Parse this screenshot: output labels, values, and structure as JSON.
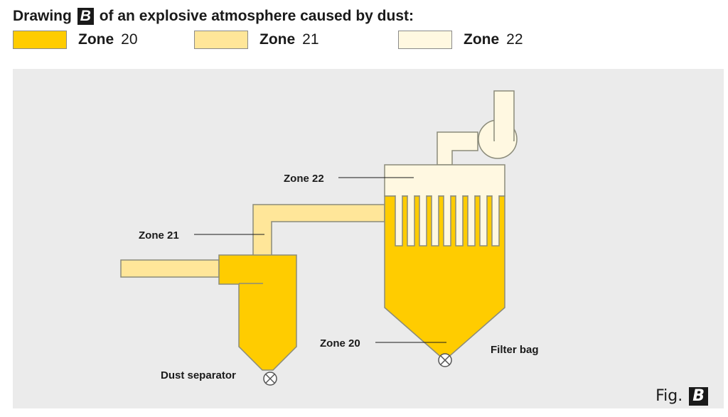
{
  "heading": {
    "prefix": "Drawing",
    "badge": "B",
    "suffix": "of an explosive atmosphere caused by dust:"
  },
  "legend": [
    {
      "zone_word": "Zone",
      "zone_number": "20",
      "color": "#ffcc00"
    },
    {
      "zone_word": "Zone",
      "zone_number": "21",
      "color": "#ffe699"
    },
    {
      "zone_word": "Zone",
      "zone_number": "22",
      "color": "#fff8e1"
    }
  ],
  "diagram": {
    "labels": {
      "zone22": "Zone 22",
      "zone21": "Zone 21",
      "zone20": "Zone 20",
      "filter_bag": "Filter bag",
      "dust_separator": "Dust separator"
    }
  },
  "figure": {
    "prefix": "Fig.",
    "badge": "B"
  }
}
